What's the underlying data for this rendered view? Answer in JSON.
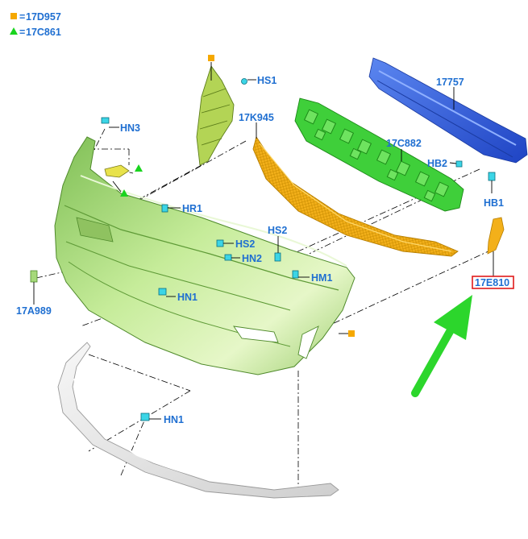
{
  "legend": [
    {
      "symbol": "orange-square",
      "eq": "=",
      "code": "17D957",
      "color": "#f5a800"
    },
    {
      "symbol": "green-triangle",
      "eq": "=",
      "code": "17C861",
      "color": "#19d41e"
    }
  ],
  "labels": {
    "hs1": "HS1",
    "hn3": "HN3",
    "k945": "17K945",
    "p17757": "17757",
    "c882": "17C882",
    "hb2": "HB2",
    "hb1": "HB1",
    "hr1": "HR1",
    "hs2a": "HS2",
    "hs2b": "HS2",
    "hn2": "HN2",
    "hm1": "HM1",
    "a989": "17A989",
    "hn1a": "HN1",
    "e810": "17E810",
    "hn1b": "HN1"
  },
  "colors": {
    "label_text": "#1f6fd1",
    "bumper_cover": "#a6d97a",
    "grille_green": "#3fcf3a",
    "reinforcement_blue": "#2f5fd8",
    "absorber_orange": "#f3b01a",
    "lower_trim": "#e6e6e6",
    "arrow": "#2cd62c",
    "highlight_box": "#e01b1b"
  },
  "icons": [
    "orange-square-icon",
    "green-triangle-icon",
    "clip-icon",
    "arrow-icon"
  ]
}
